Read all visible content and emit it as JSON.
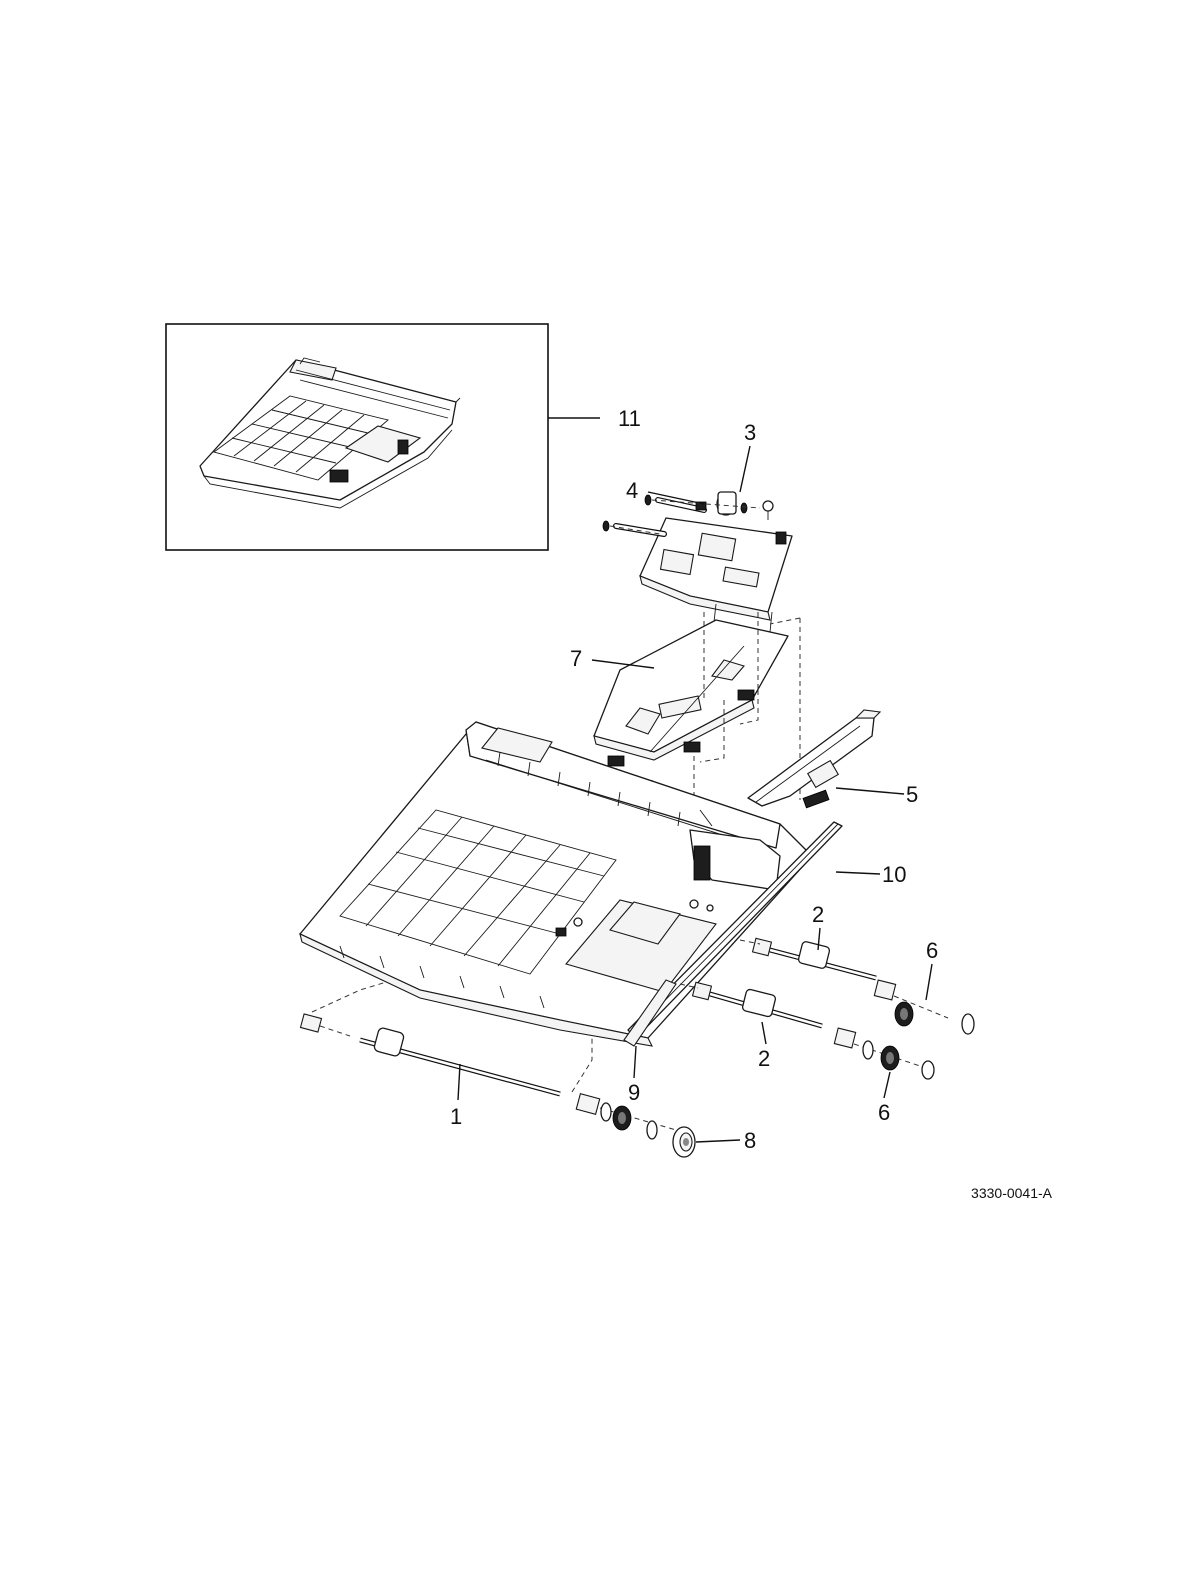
{
  "callouts": {
    "c1": "1",
    "c2a": "2",
    "c2b": "2",
    "c3": "3",
    "c4": "4",
    "c5": "5",
    "c6a": "6",
    "c6b": "6",
    "c7": "7",
    "c8": "8",
    "c9": "9",
    "c10": "10",
    "c11": "11"
  },
  "document_id": "3330-0041-A"
}
